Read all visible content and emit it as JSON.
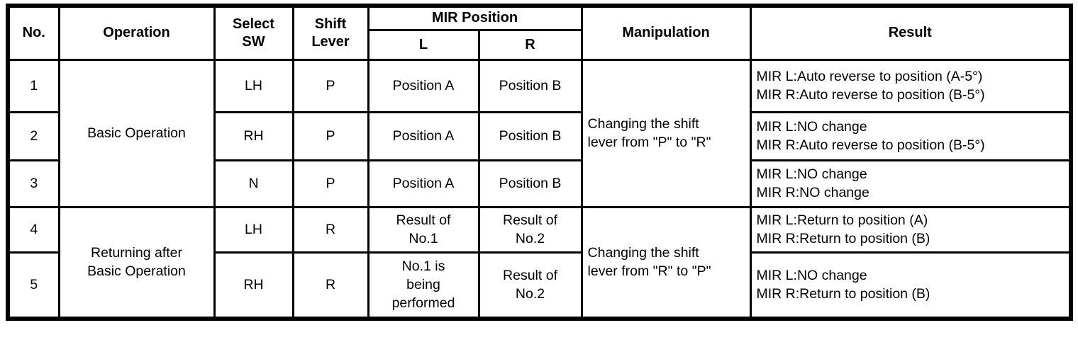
{
  "table": {
    "header": {
      "no": "No.",
      "operation": "Operation",
      "select_sw": [
        "Select",
        "SW"
      ],
      "shift_lever": [
        "Shift",
        "Lever"
      ],
      "mir_position": "MIR Position",
      "mir_l": "L",
      "mir_r": "R",
      "manipulation": "Manipulation",
      "result": "Result"
    },
    "groups": [
      {
        "operation": [
          "Basic Operation"
        ],
        "manipulation": [
          "Changing the shift",
          "lever from \"P\" to \"R\""
        ]
      },
      {
        "operation": [
          "Returning after",
          "Basic Operation"
        ],
        "manipulation": [
          "Changing the shift",
          "lever from \"R\" to \"P\""
        ]
      }
    ],
    "rows": [
      {
        "no": "1",
        "select_sw": "LH",
        "shift_lever": "P",
        "mir_l": "Position A",
        "mir_r": "Position B",
        "result": [
          "MIR L:Auto reverse to position (A-5°)",
          "MIR R:Auto reverse to position (B-5°)"
        ]
      },
      {
        "no": "2",
        "select_sw": "RH",
        "shift_lever": "P",
        "mir_l": "Position A",
        "mir_r": "Position B",
        "result": [
          "MIR L:NO change",
          "MIR R:Auto reverse to position (B-5°)"
        ]
      },
      {
        "no": "3",
        "select_sw": "N",
        "shift_lever": "P",
        "mir_l": "Position A",
        "mir_r": "Position B",
        "result": [
          "MIR L:NO change",
          "MIR R:NO change"
        ]
      },
      {
        "no": "4",
        "select_sw": "LH",
        "shift_lever": "R",
        "mir_l_lines": [
          "Result of",
          "No.1"
        ],
        "mir_r_lines": [
          "Result of",
          "No.2"
        ],
        "result": [
          "MIR L:Return to position (A)",
          "MIR R:Return to position (B)"
        ]
      },
      {
        "no": "5",
        "select_sw": "RH",
        "shift_lever": "R",
        "mir_l_lines": [
          "No.1 is",
          "being",
          "performed"
        ],
        "mir_r_lines": [
          "Result of",
          "No.2"
        ],
        "result": [
          "MIR L:NO change",
          "MIR R:Return to position (B)"
        ]
      }
    ],
    "colors": {
      "border": "#000000",
      "text": "#000000",
      "background": "#ffffff"
    }
  }
}
